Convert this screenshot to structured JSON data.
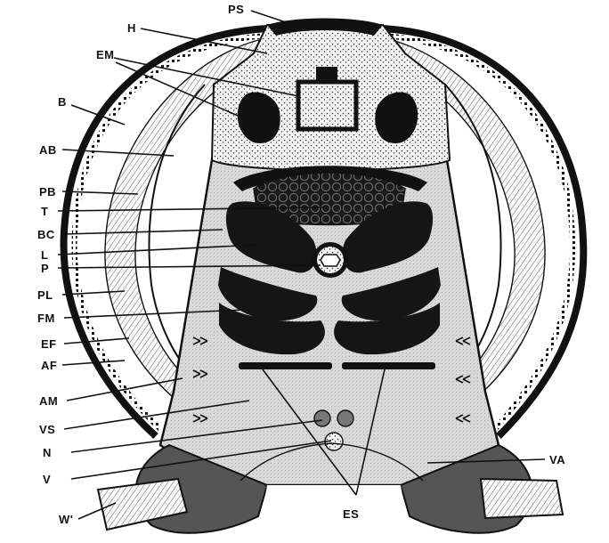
{
  "labels": {
    "ps": "PS",
    "h": "H",
    "em": "EM",
    "b": "B",
    "ab": "AB",
    "pb": "PB",
    "t": "T",
    "bc": "BC",
    "l": "L",
    "p": "P",
    "pl": "PL",
    "fm": "FM",
    "ef": "EF",
    "af": "AF",
    "am": "AM",
    "vs": "VS",
    "n": "N",
    "v": "V",
    "w": "W'",
    "es": "ES",
    "va": "VA"
  },
  "colors": {
    "ink": "#111111",
    "tissue": "#d6d6d6",
    "paper": "#ffffff"
  }
}
